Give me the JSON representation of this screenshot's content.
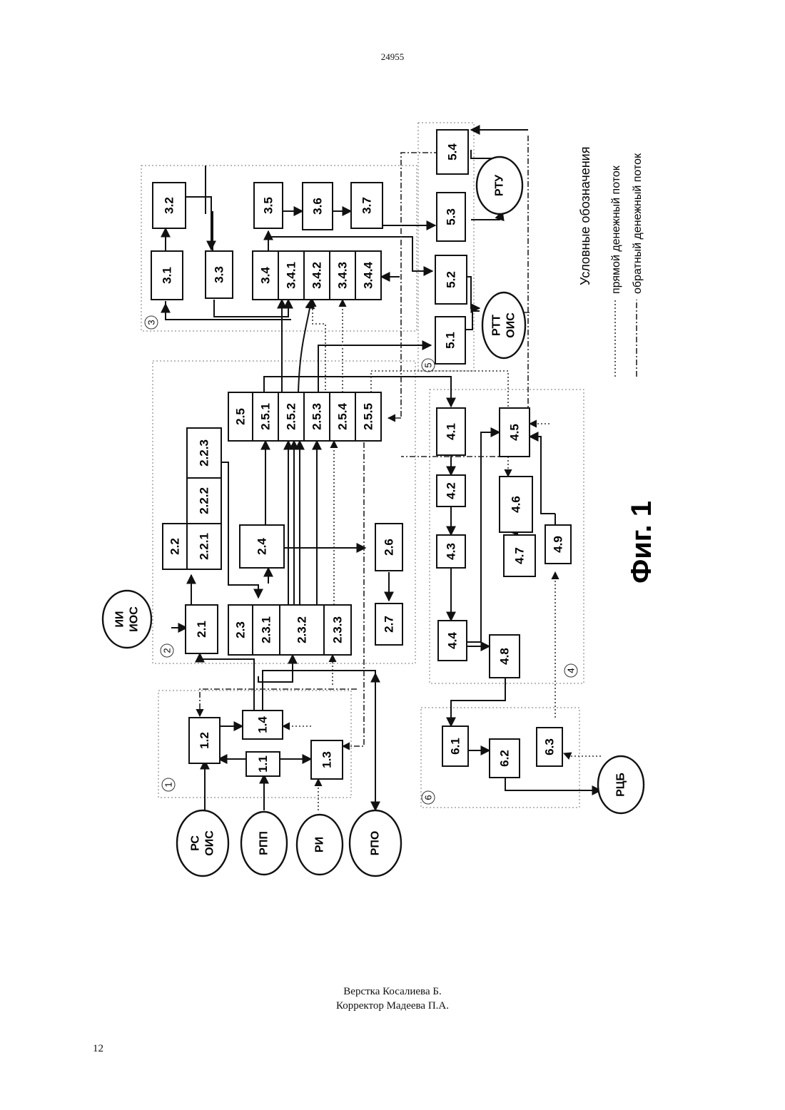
{
  "header": {
    "doc_number": "24955"
  },
  "figure": {
    "caption": "Фиг. 1"
  },
  "legend": {
    "title": "Условные обозначения",
    "direct": "прямой денежный поток",
    "reverse": "обратный денежный поток"
  },
  "groups": [
    "1",
    "2",
    "3",
    "4",
    "5",
    "6"
  ],
  "boxes": {
    "b1_1": "1.1",
    "b1_2": "1.2",
    "b1_3": "1.3",
    "b1_4": "1.4",
    "b2_1": "2.1",
    "b2_2": "2.2",
    "b2_2_1": "2.2.1",
    "b2_2_2": "2.2.2",
    "b2_2_3": "2.2.3",
    "b2_3": "2.3",
    "b2_3_1": "2.3.1",
    "b2_3_2": "2.3.2",
    "b2_3_3": "2.3.3",
    "b2_4": "2.4",
    "b2_5": "2.5",
    "b2_5_1": "2.5.1",
    "b2_5_2": "2.5.2",
    "b2_5_3": "2.5.3",
    "b2_5_4": "2.5.4",
    "b2_5_5": "2.5.5",
    "b2_6": "2.6",
    "b2_7": "2.7",
    "b3_1": "3.1",
    "b3_2": "3.2",
    "b3_3": "3.3",
    "b3_4": "3.4",
    "b3_4_1": "3.4.1",
    "b3_4_2": "3.4.2",
    "b3_4_3": "3.4.3",
    "b3_4_4": "3.4.4",
    "b3_5": "3.5",
    "b3_6": "3.6",
    "b3_7": "3.7",
    "b4_1": "4.1",
    "b4_2": "4.2",
    "b4_3": "4.3",
    "b4_4": "4.4",
    "b4_5": "4.5",
    "b4_6": "4.6",
    "b4_7": "4.7",
    "b4_8": "4.8",
    "b4_9": "4.9",
    "b5_1": "5.1",
    "b5_2": "5.2",
    "b5_3": "5.3",
    "b5_4": "5.4",
    "b6_1": "6.1",
    "b6_2": "6.2",
    "b6_3": "6.3"
  },
  "circles": {
    "rs_ois": [
      "РС",
      "ОИС"
    ],
    "rpp": [
      "РПП"
    ],
    "ri": [
      "РИ"
    ],
    "rpo": [
      "РПО"
    ],
    "ii_ios": [
      "ИИ",
      "ИОС"
    ],
    "rtt_ois": [
      "РТТ",
      "ОИС"
    ],
    "rtu": [
      "РТУ"
    ],
    "rcb": [
      "РЦБ"
    ]
  },
  "footer": {
    "layout": "Верстка Косалиева Б.",
    "corrector": "Корректор Мадеева П.А.",
    "page": "12"
  }
}
